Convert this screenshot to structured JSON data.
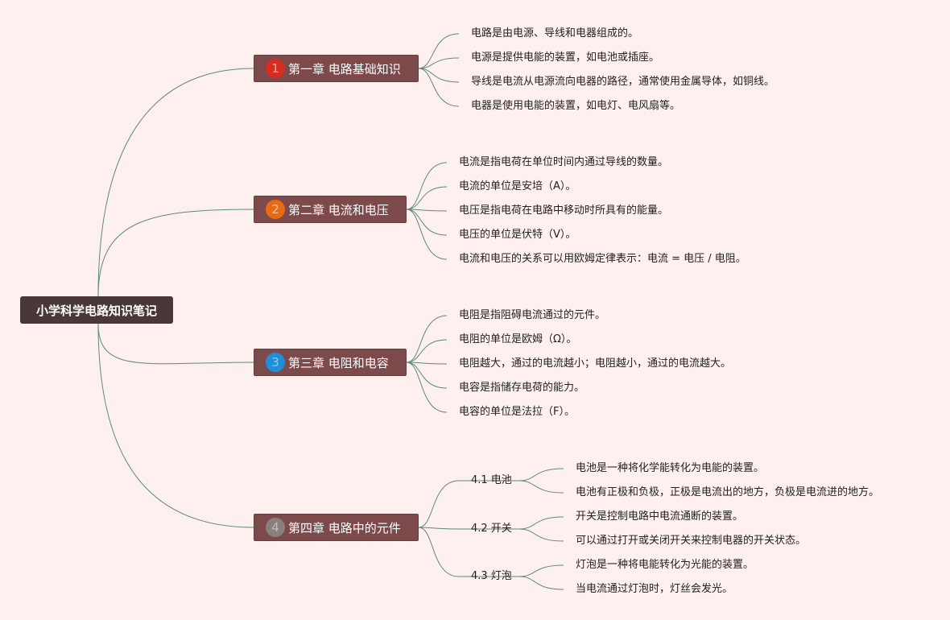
{
  "colors": {
    "background": "#fdf0ef",
    "root": "#4a3737",
    "chapter": "#7d4a4c",
    "line": "#5f8a7a"
  },
  "root": {
    "label": "小学科学电路知识笔记"
  },
  "chapters": [
    {
      "number": "1",
      "badge_color": "#d82c1f",
      "badge_text_color": "#f0a09a",
      "label": "第一章 电路基础知识",
      "items": [
        "电路是由电源、导线和电器组成的。",
        "电源是提供电能的装置，如电池或插座。",
        "导线是电流从电源流向电器的路径，通常使用金属导体，如铜线。",
        "电器是使用电能的装置，如电灯、电风扇等。"
      ]
    },
    {
      "number": "2",
      "badge_color": "#e86a12",
      "badge_text_color": "#f7c08a",
      "label": "第二章 电流和电压",
      "items": [
        "电流是指电荷在单位时间内通过导线的数量。",
        "电流的单位是安培（A）。",
        "电压是指电荷在电路中移动时所具有的能量。",
        "电压的单位是伏特（V）。",
        "电流和电压的关系可以用欧姆定律表示：电流 = 电压 / 电阻。"
      ]
    },
    {
      "number": "3",
      "badge_color": "#1e8fd8",
      "badge_text_color": "#8cc8f0",
      "label": "第三章 电阻和电容",
      "items": [
        "电阻是指阻碍电流通过的元件。",
        "电阻的单位是欧姆（Ω）。",
        "电阻越大，通过的电流越小；电阻越小，通过的电流越大。",
        "电容是指储存电荷的能力。",
        "电容的单位是法拉（F）。"
      ]
    },
    {
      "number": "4",
      "badge_color": "#8a7f7f",
      "badge_text_color": "#c4baba",
      "label": "第四章 电路中的元件",
      "subsections": [
        {
          "label": "4.1 电池",
          "items": [
            "电池是一种将化学能转化为电能的装置。",
            "电池有正极和负极，正极是电流出的地方，负极是电流进的地方。"
          ]
        },
        {
          "label": "4.2 开关",
          "items": [
            "开关是控制电路中电流通断的装置。",
            "可以通过打开或关闭开关来控制电器的开关状态。"
          ]
        },
        {
          "label": "4.3 灯泡",
          "items": [
            "灯泡是一种将电能转化为光能的装置。",
            "当电流通过灯泡时，灯丝会发光。"
          ]
        }
      ]
    }
  ]
}
